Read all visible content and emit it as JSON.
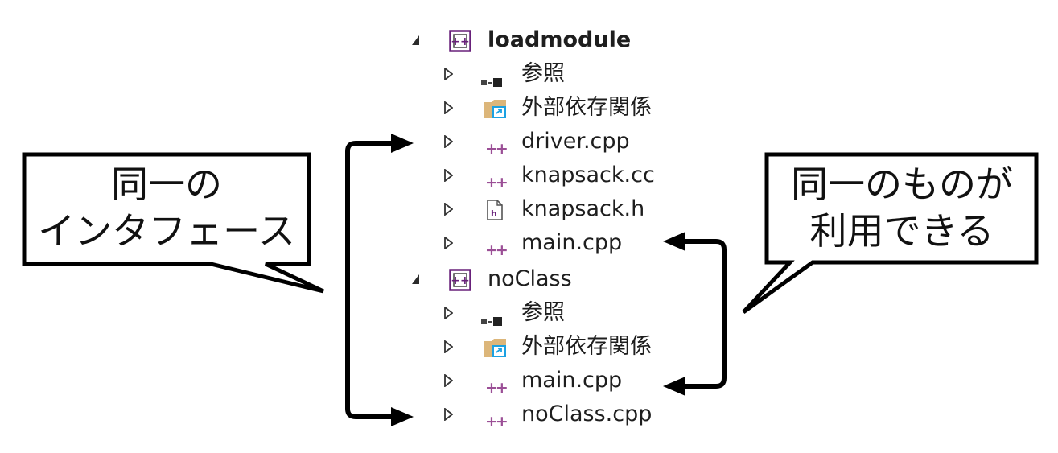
{
  "solution_tree": {
    "projects": [
      {
        "name": "loadmodule",
        "expanded": true,
        "items": [
          {
            "label": "参照",
            "icon": "references-icon"
          },
          {
            "label": "外部依存関係",
            "icon": "external-dependencies-icon"
          },
          {
            "label": "driver.cpp",
            "icon": "cpp-file-icon"
          },
          {
            "label": "knapsack.cc",
            "icon": "cpp-file-icon"
          },
          {
            "label": "knapsack.h",
            "icon": "header-file-icon"
          },
          {
            "label": "main.cpp",
            "icon": "cpp-file-icon"
          }
        ]
      },
      {
        "name": "noClass",
        "expanded": true,
        "items": [
          {
            "label": "参照",
            "icon": "references-icon"
          },
          {
            "label": "外部依存関係",
            "icon": "external-dependencies-icon"
          },
          {
            "label": "main.cpp",
            "icon": "cpp-file-icon"
          },
          {
            "label": "noClass.cpp",
            "icon": "cpp-file-icon"
          }
        ]
      }
    ]
  },
  "annotations": {
    "left_callout": {
      "line1": "同一の",
      "line2": "インタフェース"
    },
    "right_callout": {
      "line1": "同一のものが",
      "line2": "利用できる"
    }
  },
  "colors": {
    "project_icon": "#68217a",
    "cpp_icon": "#9b4f96",
    "folder": "#dcb67a",
    "folder_badge": "#1ba1e2",
    "arrow": "#000000",
    "callout_border": "#000000"
  }
}
